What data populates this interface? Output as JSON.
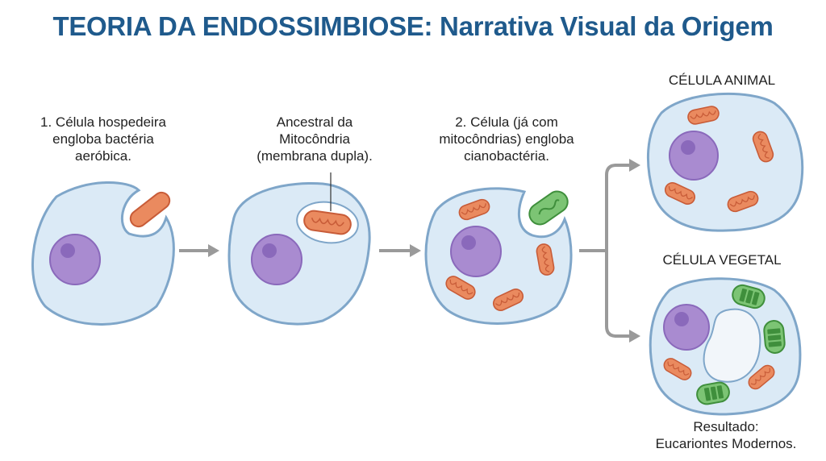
{
  "title": "TEORIA DA ENDOSSIMBIOSE: Narrativa Visual da Origem",
  "captions": {
    "step1": "1. Célula hospedeira\nengloba bactéria\naeróbica.",
    "ancestor": "Ancestral da\nMitocôndria\n(membrana dupla).",
    "step2": "2. Célula (já com\nmitocôndrias) engloba\ncianobactéria.",
    "animal": "CÉLULA ANIMAL",
    "plant": "CÉLULA VEGETAL",
    "result": "Resultado:\nEucariontes Modernos."
  },
  "colors": {
    "title": "#1f5a8c",
    "cytoplasm": "#dbeaf6",
    "membrane": "#7fa6c9",
    "nucleus": "#a98bd0",
    "nucleolus": "#8a69bb",
    "mitochondrion": "#ea8a5f",
    "mitochondrion_edge": "#c85c38",
    "chloroplast": "#7cc474",
    "chloroplast_edge": "#3f8f3c",
    "vacuole": "#f2f6fa",
    "arrow": "#9a9a9a"
  }
}
